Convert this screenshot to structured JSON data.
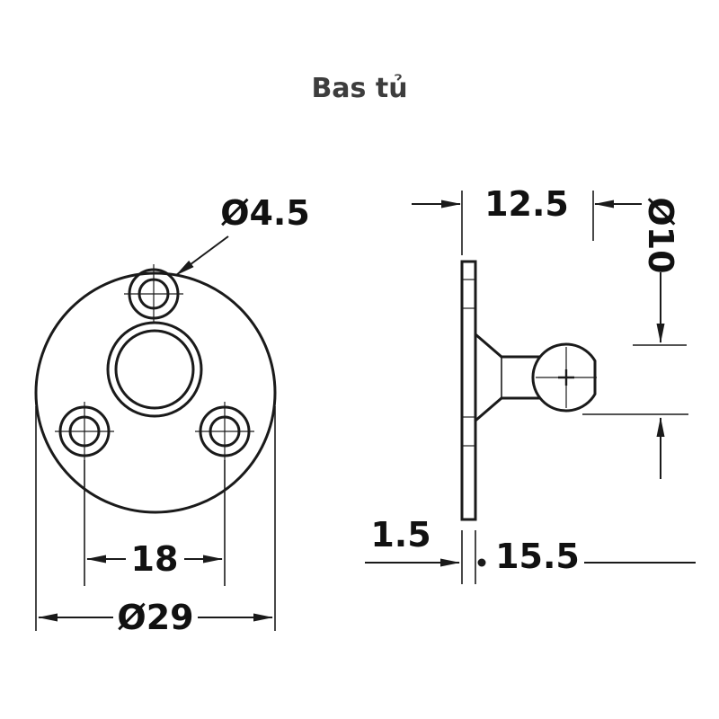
{
  "title": "Bas tủ",
  "colors": {
    "line": "#1a1a1a",
    "dim_text": "#111111",
    "title_text": "#3d3d3d",
    "background": "#ffffff"
  },
  "front_view": {
    "dim_hole_diameter": "Ø4.5",
    "dim_hole_spacing": "18",
    "dim_outer_diameter": "Ø29"
  },
  "side_view": {
    "dim_depth": "12.5",
    "dim_ball_diameter": "Ø10",
    "dim_plate_thickness": "1.5",
    "dim_length": "15.5"
  }
}
